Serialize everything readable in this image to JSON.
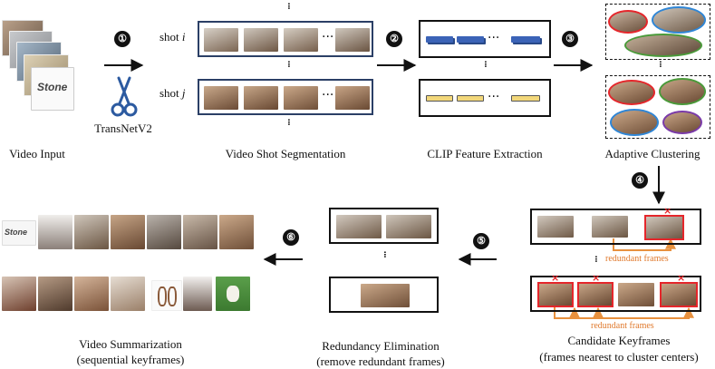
{
  "steps": [
    "①",
    "②",
    "③",
    "④",
    "⑤",
    "⑥"
  ],
  "stages": {
    "video_input": "Video Input",
    "transnet": "TransNetV2",
    "shot_segmentation": "Video Shot Segmentation",
    "clip_extraction": "CLIP Feature Extraction",
    "adaptive_clustering": "Adaptive Clustering",
    "candidate_keyframes": "Candidate Keyframes",
    "candidate_keyframes_sub": "(frames nearest to cluster centers)",
    "redundancy_elimination": "Redundancy Elimination",
    "redundancy_elimination_sub": "(remove redundant frames)",
    "video_summarization": "Video Summarization",
    "video_summarization_sub": "(sequential keyframes)"
  },
  "shots": {
    "word": "shot",
    "i": "i",
    "j": "j"
  },
  "ellipsis": "···",
  "xmark": "×",
  "redundant_label": "redundant frames",
  "input_logo_text": "Stone",
  "colors": {
    "step_badge": "#111111",
    "shot_border": "#2b3f66",
    "feature_blue": "#3b63b7",
    "feature_yellow": "#f2d77a",
    "redundant_red": "#e5262b",
    "redundant_arrow": "#e8913f",
    "cluster_red": "#e5262b",
    "cluster_blue": "#2f86d6",
    "cluster_green": "#4a9a3a",
    "cluster_purple": "#7a3aa8"
  }
}
